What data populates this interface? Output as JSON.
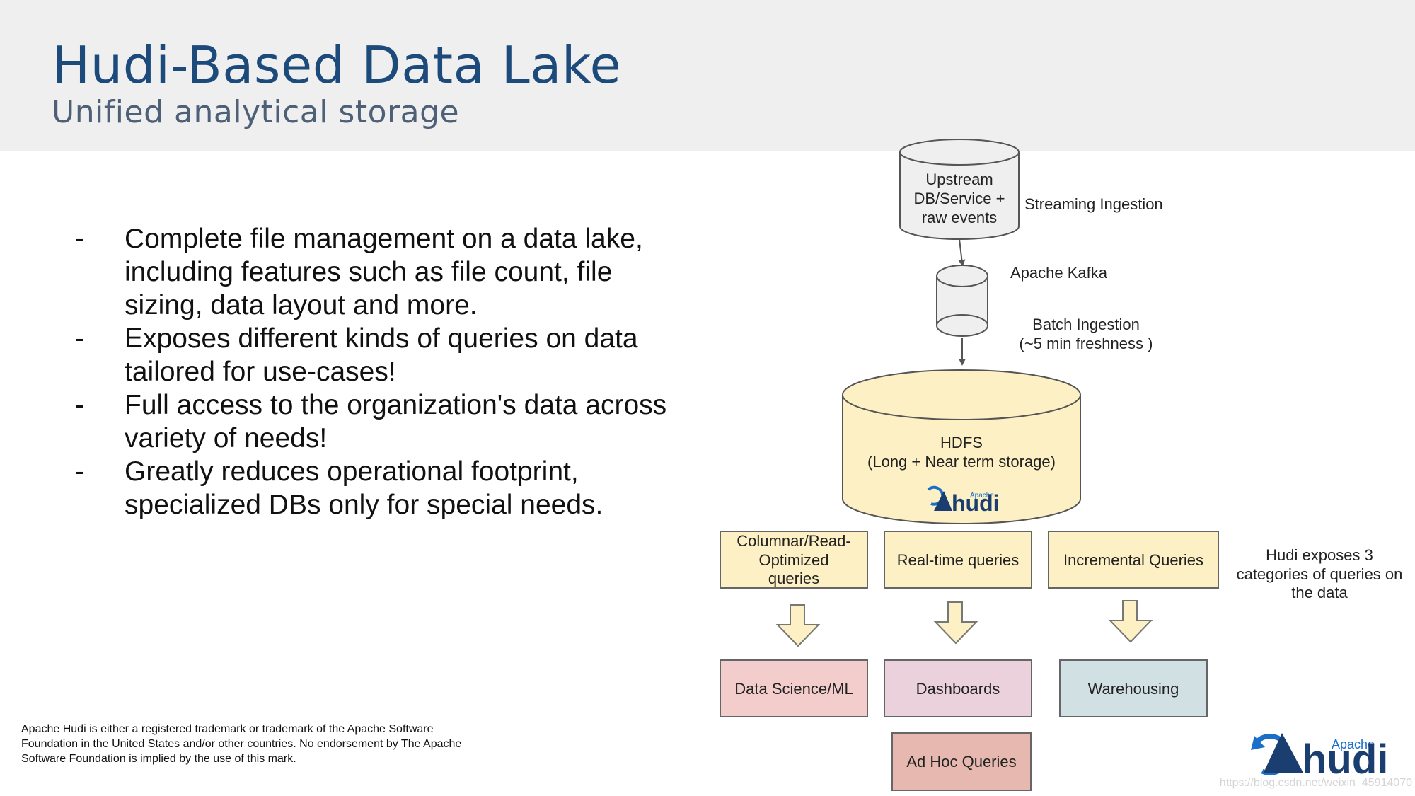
{
  "header": {
    "title": "Hudi-Based Data Lake",
    "subtitle": "Unified analytical storage"
  },
  "bullets": [
    {
      "dash": "-",
      "lines": [
        "Complete file management on a data lake,",
        "including features such as file count, file",
        "sizing, data layout and more."
      ]
    },
    {
      "dash": "-",
      "lines": [
        "Exposes different kinds of queries on data",
        "tailored for use-cases!"
      ]
    },
    {
      "dash": "-",
      "lines": [
        "Full access to the organization's data across",
        "variety of needs!"
      ]
    },
    {
      "dash": "-",
      "lines": [
        "Greatly reduces operational footprint,",
        "specialized DBs only for special needs."
      ]
    }
  ],
  "diagram": {
    "upstream": [
      "Upstream",
      "DB/Service +",
      "raw events"
    ],
    "streaming_label": "Streaming Ingestion",
    "kafka_label": "Apache Kafka",
    "batch_label": [
      "Batch Ingestion",
      "(~5 min freshness )"
    ],
    "hdfs": [
      "HDFS",
      "(Long + Near term storage)"
    ],
    "hdfs_logo_small": "Apache",
    "hdfs_logo_word": "hudi",
    "queries": {
      "columnar": [
        "Columnar/Read-",
        "Optimized",
        "queries"
      ],
      "realtime": "Real-time queries",
      "incremental": "Incremental Queries"
    },
    "exposes_note": [
      "Hudi exposes 3",
      "categories of queries on",
      "the data"
    ],
    "consumers": {
      "data_science": "Data Science/ML",
      "dashboards": "Dashboards",
      "warehousing": "Warehousing",
      "adhoc": "Ad Hoc Queries"
    }
  },
  "logo": {
    "small": "Apache",
    "word": "hudi"
  },
  "footnote": "Apache Hudi is either a registered trademark or trademark of the Apache Software Foundation in the United States and/or other countries. No endorsement by The Apache Software Foundation is implied by the use of this mark.",
  "watermark": "https://blog.csdn.net/weixin_45914070",
  "colors": {
    "title": "#1c4a7a",
    "cylinder_gray": "#efefef",
    "cream": "#fdf0c4",
    "pink": "#f3cdcc",
    "lilac": "#ead1dc",
    "blue_gray": "#d0e0e3",
    "salmon": "#e6b8af",
    "hudi_blue": "#1a6fc9"
  }
}
